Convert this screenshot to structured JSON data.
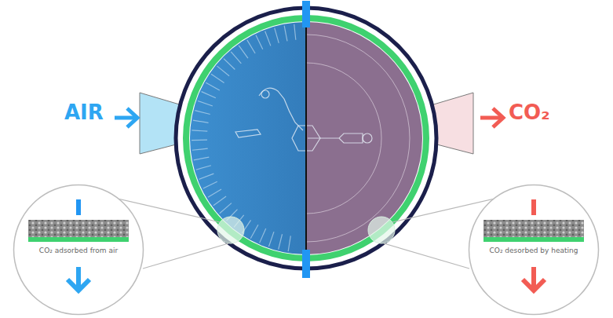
{
  "diagram": {
    "nodes": [
      {
        "text": [
          "CO₂ adsorbed from air"
        ]
      },
      {
        "text": [
          "CO₂ desorbed by heating"
        ]
      }
    ],
    "labels": [
      "AIR",
      "CO₂"
    ]
  }
}
